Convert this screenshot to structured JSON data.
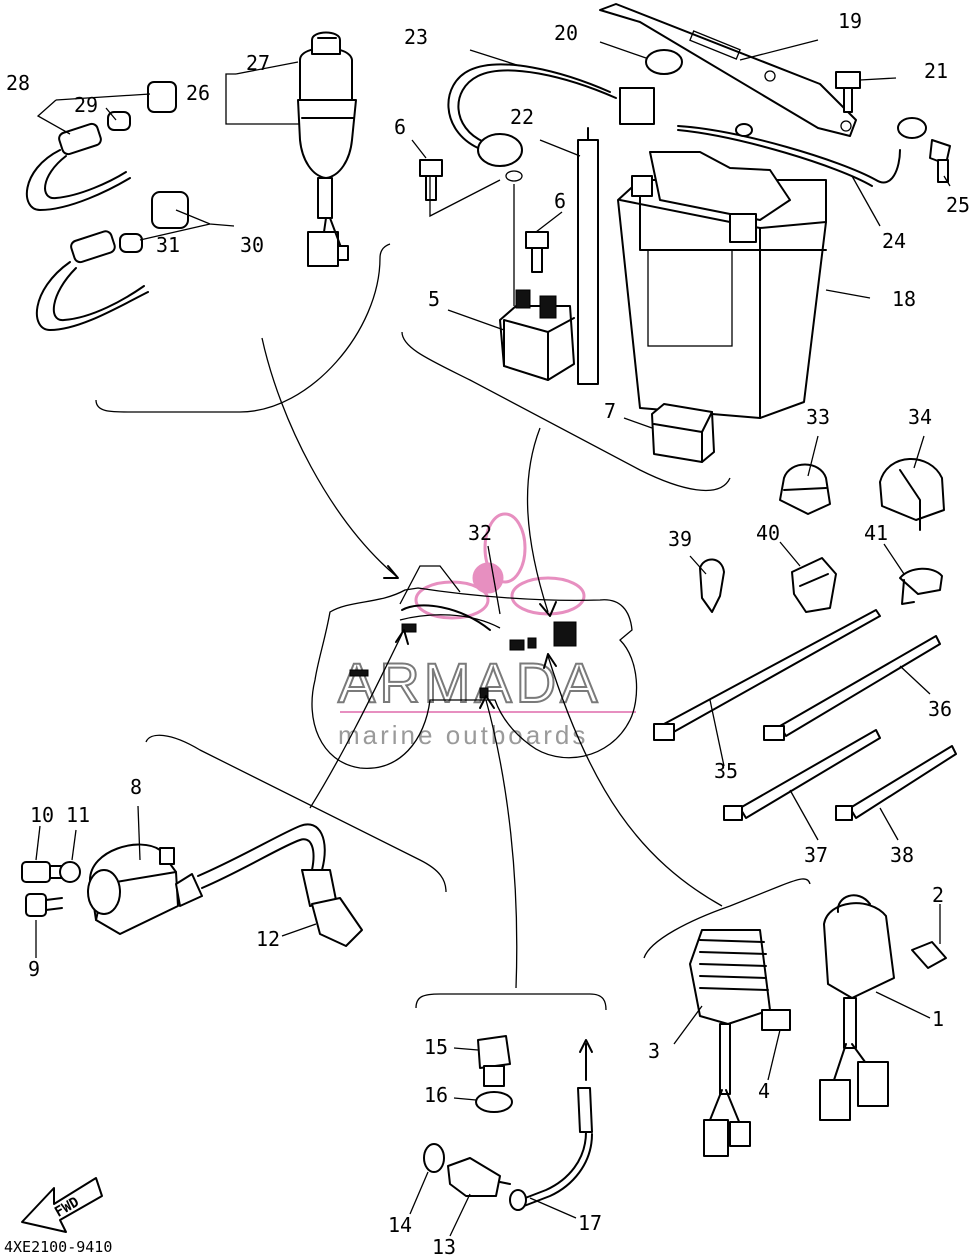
{
  "watermark": {
    "brand": "ARMADA",
    "tagline": "marine outboards",
    "logo_color": "#e78fc0"
  },
  "direction_label": "FWD",
  "diagram_code": "4XE2100-9410",
  "callouts": {
    "c1": "1",
    "c2": "2",
    "c3": "3",
    "c4": "4",
    "c5": "5",
    "c6a": "6",
    "c6b": "6",
    "c7": "7",
    "c8": "8",
    "c9": "9",
    "c10": "10",
    "c11": "11",
    "c12": "12",
    "c13": "13",
    "c14": "14",
    "c15": "15",
    "c16": "16",
    "c17": "17",
    "c18": "18",
    "c19": "19",
    "c20": "20",
    "c21": "21",
    "c22": "22",
    "c23": "23",
    "c24": "24",
    "c25": "25",
    "c26": "26",
    "c27": "27",
    "c28": "28",
    "c29": "29",
    "c30": "30",
    "c31": "31",
    "c32": "32",
    "c33": "33",
    "c34": "34",
    "c35": "35",
    "c36": "36",
    "c37": "37",
    "c38": "38",
    "c39": "39",
    "c40": "40",
    "c41": "41"
  }
}
